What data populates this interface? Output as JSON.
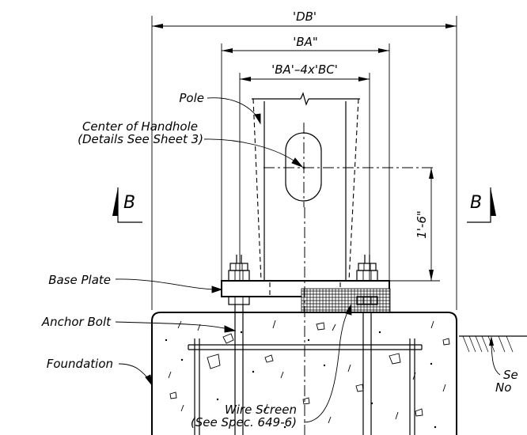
{
  "dimensions": {
    "db": "'DB'",
    "ba": "'BA\"",
    "ba_minus_bc": "'BA'–4x'BC'",
    "height": "1'-6\""
  },
  "section_marks": {
    "left": "B",
    "right": "B"
  },
  "labels": {
    "pole": "Pole",
    "handhole_line1": "Center of Handhole",
    "handhole_line2": "(Details See Sheet 3)",
    "base_plate": "Base Plate",
    "anchor_bolt": "Anchor Bolt",
    "foundation": "Foundation",
    "wire_screen_line1": "Wire Screen",
    "wire_screen_line2": "(See Spec. 649-6)",
    "note_line1": "Se",
    "note_line2": "No"
  },
  "icons": [
    "section-arrow-icon",
    "break-line-icon"
  ]
}
